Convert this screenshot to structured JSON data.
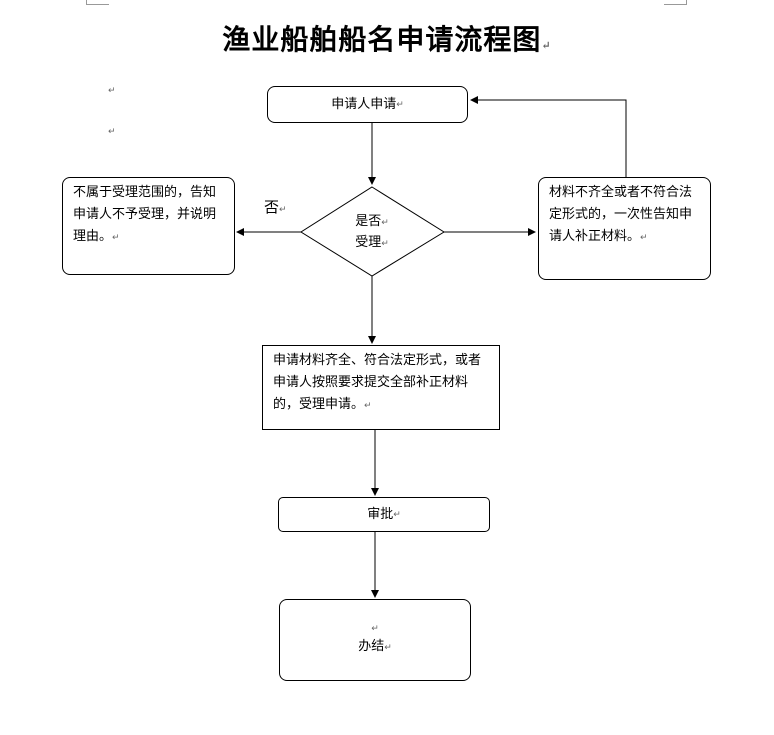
{
  "title": "渔业船舶船名申请流程图",
  "nodes": {
    "apply": "申请人申请",
    "decision_line1": "是否",
    "decision_line2": "受理",
    "reject": "不属于受理范围的，告知申请人不予受理，并说明理由。",
    "incomplete": "材料不齐全或者不符合法定形式的，一次性告知申请人补正材料。",
    "accept": "申请材料齐全、符合法定形式，或者申请人按照要求提交全部补正材料的，受理申请。",
    "approve": "审批",
    "finish": "办结"
  },
  "edge_labels": {
    "no": "否"
  },
  "marks": {
    "paragraph": "↵"
  }
}
